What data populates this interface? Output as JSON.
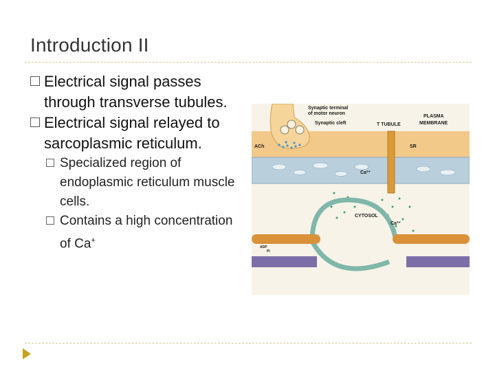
{
  "slide": {
    "title": "Introduction II",
    "bullets": [
      {
        "text": "Electrical signal passes through transverse tubules."
      },
      {
        "text": "Electrical signal relayed to sarcoplasmic reticulum.",
        "sub": [
          {
            "text": "Specialized region of endoplasmic reticulum muscle cells."
          },
          {
            "text_main": "Contains a high concentration of Ca",
            "text_sup": "+"
          }
        ]
      }
    ]
  },
  "figure": {
    "labels": {
      "synaptic_terminal": [
        "Synaptic terminal",
        "of motor neuron"
      ],
      "synaptic_cleft": "Synaptic cleft",
      "t_tubule": "T TUBULE",
      "plasma_membrane": [
        "PLASMA",
        "MEMBRANE"
      ],
      "ach": "ACh",
      "sr": "SR",
      "ca_upper": "Ca²⁺",
      "cytosol": "CYTOSOL",
      "ca_lower": "Ca²⁺",
      "adp": "ADP",
      "pi": "Pi"
    },
    "colors": {
      "background": "#f7f3e8",
      "muscle_top": "#f2c989",
      "neuron": "#f5d59a",
      "sr": "#b9cfdc",
      "ca_dots": "#3fa06a",
      "t_tubule": "#d99a3a",
      "arrow": "#7fb7a9",
      "myosin": "#7c6fa8"
    }
  }
}
